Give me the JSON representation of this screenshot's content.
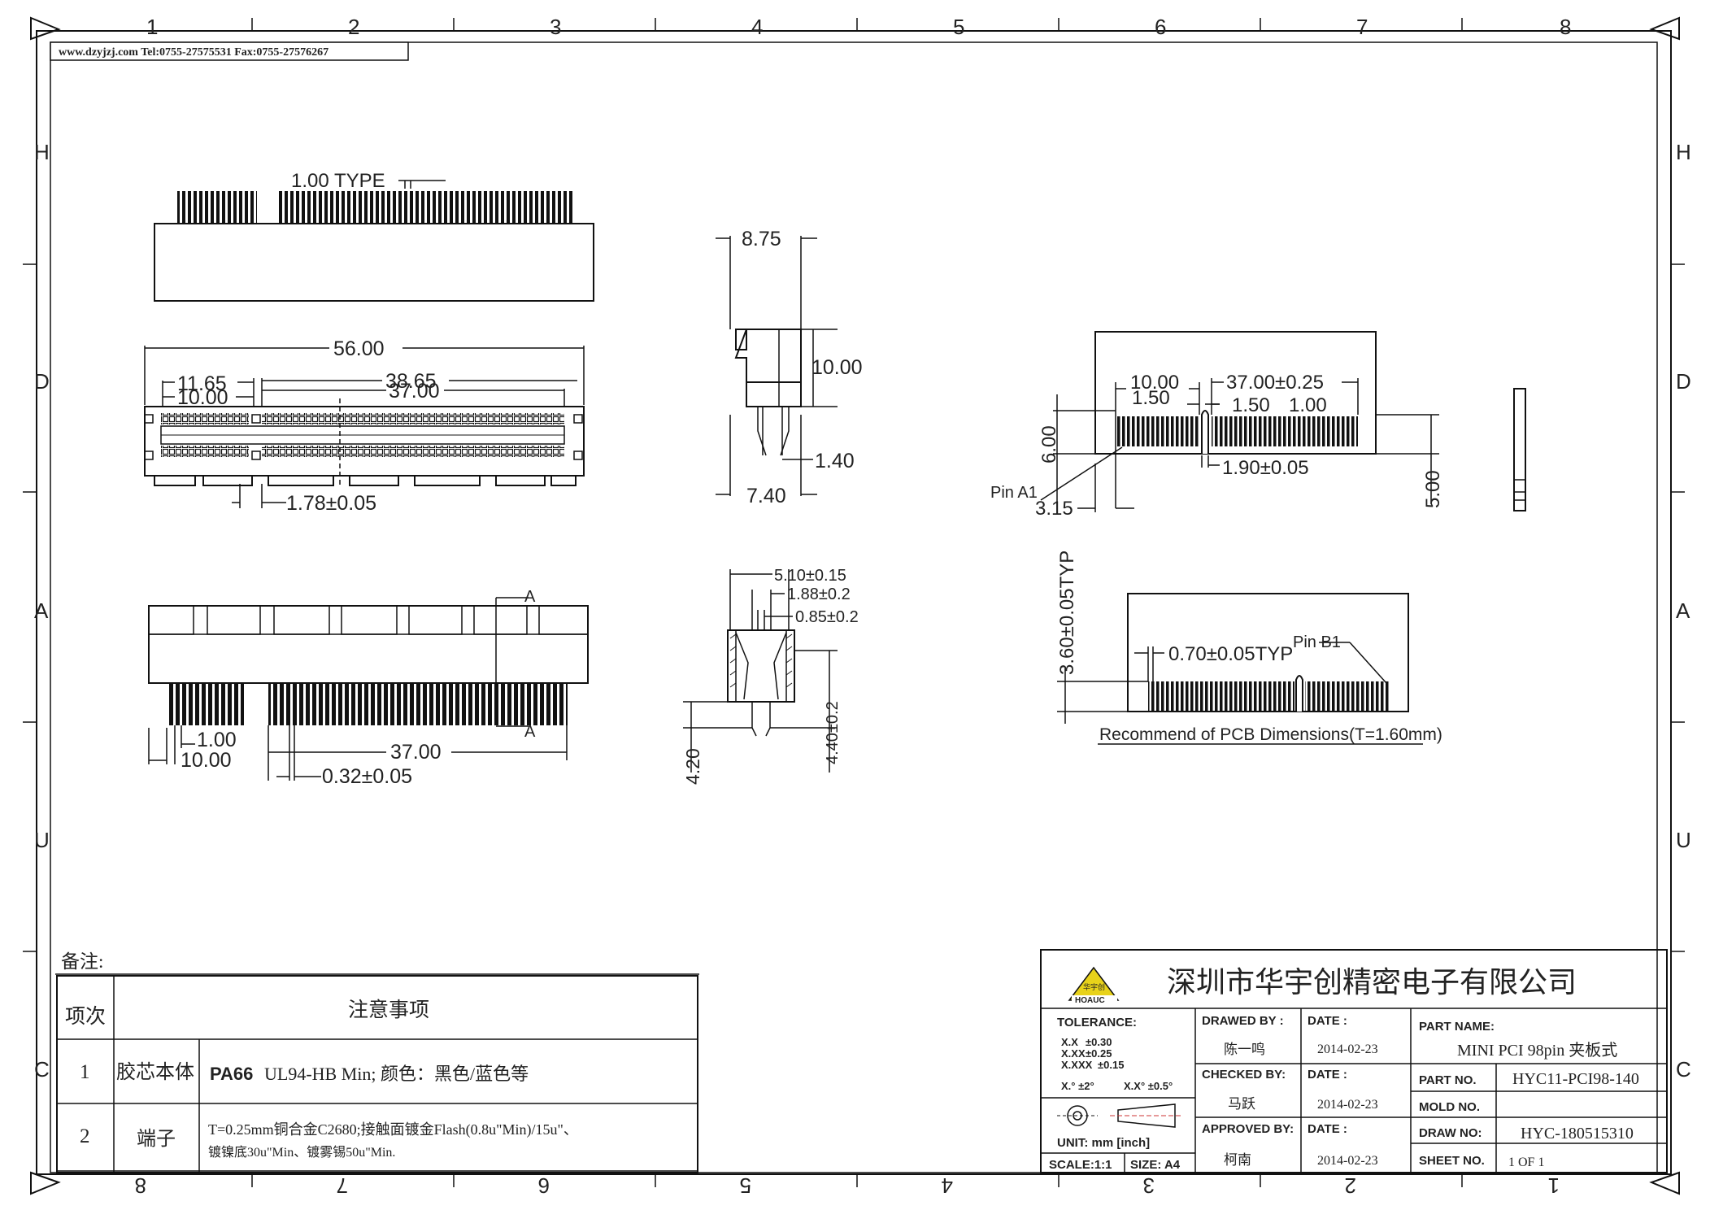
{
  "website_banner": "www.dzyjzj.com  Tel:0755-27575531  Fax:0755-27576267",
  "frame": {
    "top_numbers": [
      "1",
      "2",
      "3",
      "4",
      "5",
      "6",
      "7",
      "8"
    ],
    "bottom_numbers": [
      "8",
      "7",
      "6",
      "5",
      "4",
      "3",
      "2",
      "1"
    ],
    "left_letters": [
      "H",
      "D",
      "A",
      "U",
      "C"
    ],
    "right_letters": [
      "H",
      "D",
      "A",
      "U",
      "C"
    ]
  },
  "top_view": {
    "pitch_label": "1.00 TYPE"
  },
  "plan_view": {
    "dim_overall": "56.00",
    "dim_a": "11.65",
    "dim_b": "10.00",
    "dim_c": "38.65",
    "dim_d": "37.00",
    "dim_pos": "1.78±0.05"
  },
  "side_view": {
    "dim_width": "8.75",
    "dim_height": "10.00",
    "dim_pin": "1.40",
    "dim_base": "7.40"
  },
  "section_view": {
    "dim_1": "5.10±0.15",
    "dim_2": "1.88±0.2",
    "dim_3": "0.85±0.2",
    "dim_4": "4.20",
    "dim_5": "4.40±0.2"
  },
  "front_view": {
    "section_mark": "A",
    "dim_pitch": "1.00",
    "dim_offset": "10.00",
    "dim_span": "37.00",
    "dim_pin_w": "0.32±0.05"
  },
  "pcb_view": {
    "dim_a": "10.00",
    "dim_b": "37.00±0.25",
    "dim_c": "1.50",
    "dim_d": "1.50",
    "dim_e": "1.00",
    "dim_height": "6.00",
    "dim_key": "1.90±0.05",
    "dim_side": "5.00",
    "dim_edge": "3.15",
    "pin_a1": "Pin A1",
    "pin_b1": "Pin B1",
    "dim_pad_w": "0.70±0.05TYP",
    "dim_pad_h": "3.60±0.05TYP",
    "caption": "Recommend of PCB Dimensions(T=1.60mm)"
  },
  "notes": {
    "title": "备注:",
    "header_no": "项次",
    "header_item": "注意事项",
    "rows": [
      {
        "no": "1",
        "part": "胶芯本体",
        "lead": "PA66",
        "text": " UL94-HB Min; 颜色：黑色/蓝色等",
        "text2": ""
      },
      {
        "no": "2",
        "part": "端子",
        "lead": "",
        "text": "T=0.25mm铜合金C2680;接触面镀金Flash(0.8u\"Min)/15u\"、",
        "text2": "镀镍底30u\"Min、镀雾锡50u\"Min."
      }
    ]
  },
  "title_block": {
    "company": "深圳市华宇创精密电子有限公司",
    "logo_text": "HOAUC",
    "logo_mark": "华宇创",
    "tolerance_label": "TOLERANCE:",
    "tolerances": [
      [
        "X.X",
        "±0.30"
      ],
      [
        "X.XX",
        "±0.25"
      ],
      [
        "X.XXX",
        "±0.15"
      ]
    ],
    "angle_tol_1": "X.° ±2°",
    "angle_tol_2": "X.X° ±0.5°",
    "unit": "UNIT:  mm  [inch]",
    "scale": "SCALE:1:1",
    "size": "SIZE: A4",
    "drawn_by_label": "DRAWED BY :",
    "drawn_by": "陈一鸣",
    "checked_by_label": "CHECKED BY:",
    "checked_by": "马跃",
    "approved_by_label": "APPROVED BY:",
    "approved_by": "柯南",
    "date_label": "DATE :",
    "date1": "2014-02-23",
    "date2": "2014-02-23",
    "date3": "2014-02-23",
    "part_name_label": "PART NAME:",
    "part_name": "MINI PCI 98pin 夹板式",
    "part_no_label": "PART NO.",
    "part_no": "HYC11-PCI98-140",
    "mold_no_label": "MOLD NO.",
    "mold_no": "",
    "draw_no_label": "DRAW NO:",
    "draw_no": "HYC-180515310",
    "sheet_no_label": "SHEET NO.",
    "sheet_no": "1 OF 1"
  }
}
